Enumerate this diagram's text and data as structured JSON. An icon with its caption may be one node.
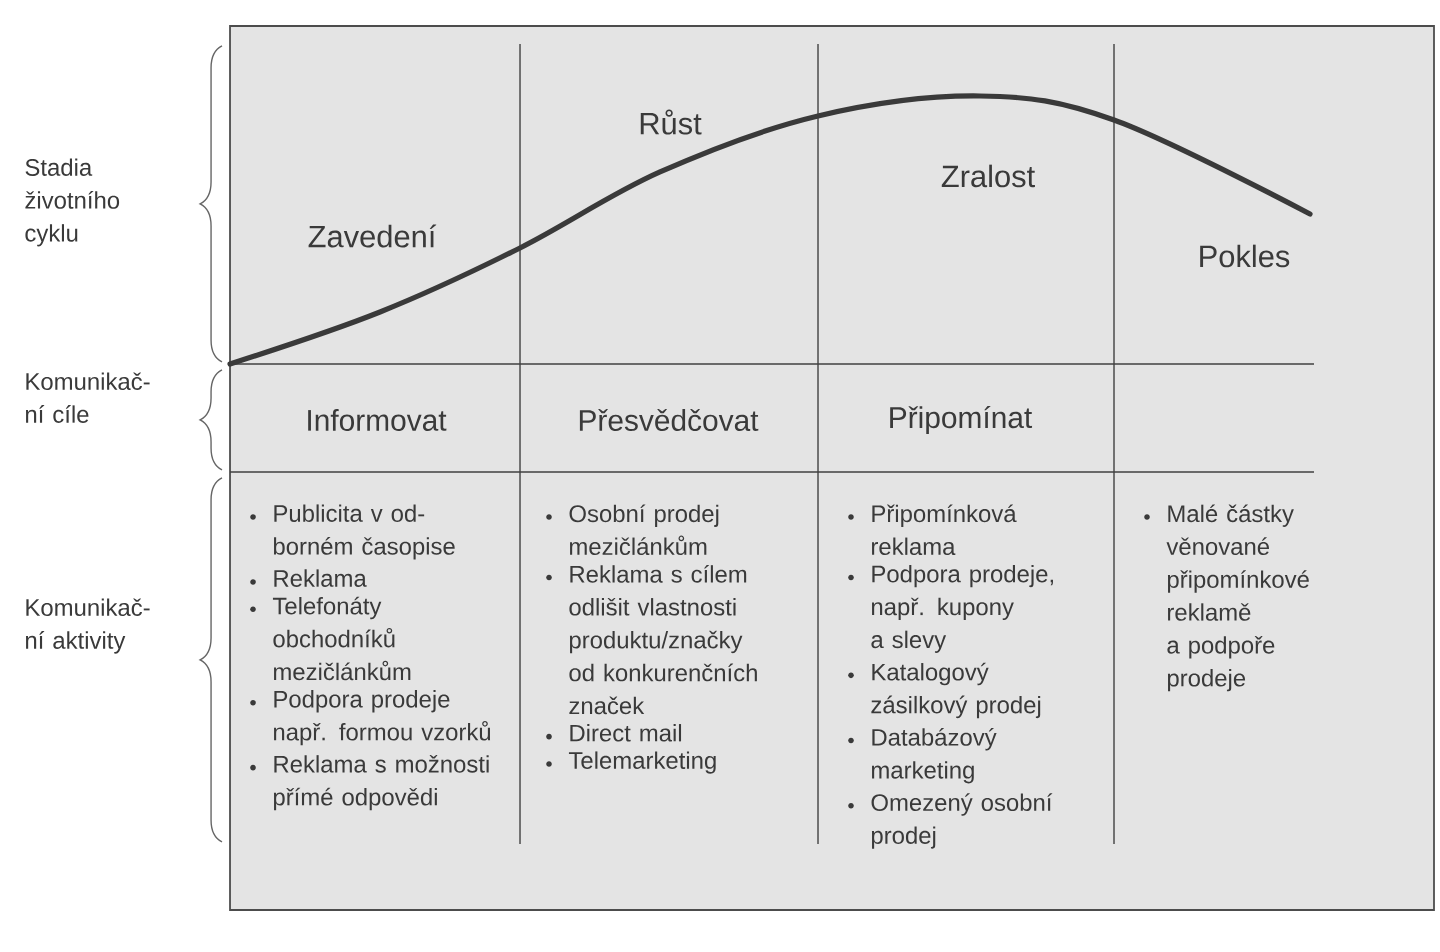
{
  "diagram": {
    "labels": [
      "Stadia životního cyklu",
      "Zavedení",
      "Růst",
      "Zralost",
      "Pokles",
      "Komunikač- ní cíle",
      "Informovat",
      "Přesvědčovat",
      "Připomínat",
      "Komunikač- ní aktivity",
      "Publicita v od- borném časopise",
      "Reklama",
      "Telefonáty obchodníků mezičlánkům",
      "Podpora prodeje např. formou vzorků",
      "Reklama s možnosti přímé odpovědi",
      "Osobní prodej mezičlánkům",
      "Reklama s cílem odlišit vlastnosti produktu/značky od konkurenčních značek",
      "Direct mail",
      "Telemarketing",
      "Připomínková reklama",
      "Podpora prodeje, např. kupony a slevy",
      "Katalogový zásilkový prodej",
      "Databázový marketing",
      "Omezený osobní prodej",
      "Malé částky věnované připomínkové reklamě a podpoře prodeje"
    ]
  }
}
